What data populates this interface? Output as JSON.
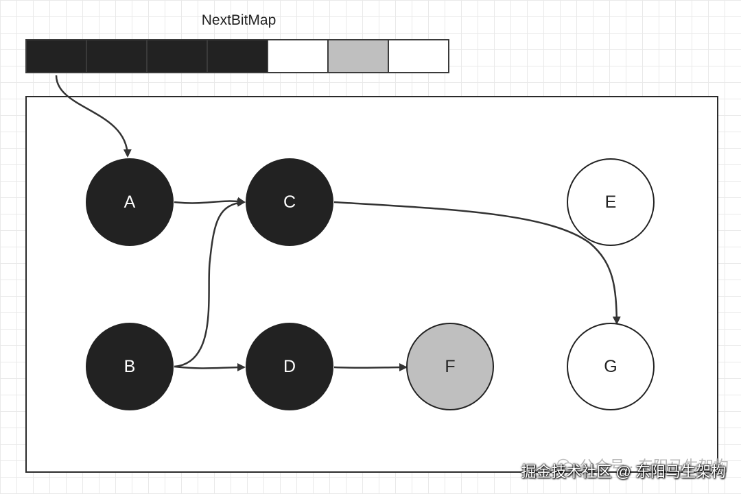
{
  "bitmap": {
    "title": "NextBitMap",
    "cells": [
      {
        "state": "marked",
        "color": "#222222"
      },
      {
        "state": "marked",
        "color": "#222222"
      },
      {
        "state": "marked",
        "color": "#222222"
      },
      {
        "state": "marked",
        "color": "#222222"
      },
      {
        "state": "unmarked",
        "color": "#ffffff"
      },
      {
        "state": "gray",
        "color": "#bfbfbf"
      },
      {
        "state": "unmarked",
        "color": "#ffffff"
      }
    ]
  },
  "nodes": [
    {
      "id": "A",
      "label": "A",
      "fill": "#222222",
      "text_color": "#ffffff"
    },
    {
      "id": "B",
      "label": "B",
      "fill": "#222222",
      "text_color": "#ffffff"
    },
    {
      "id": "C",
      "label": "C",
      "fill": "#222222",
      "text_color": "#ffffff"
    },
    {
      "id": "D",
      "label": "D",
      "fill": "#222222",
      "text_color": "#ffffff"
    },
    {
      "id": "E",
      "label": "E",
      "fill": "#ffffff",
      "text_color": "#222222"
    },
    {
      "id": "F",
      "label": "F",
      "fill": "#bfbfbf",
      "text_color": "#222222"
    },
    {
      "id": "G",
      "label": "G",
      "fill": "#ffffff",
      "text_color": "#222222"
    }
  ],
  "edges": [
    {
      "from": "bitmap-cell-0",
      "to": "A"
    },
    {
      "from": "A",
      "to": "C"
    },
    {
      "from": "B",
      "to": "C"
    },
    {
      "from": "B",
      "to": "D"
    },
    {
      "from": "D",
      "to": "F"
    },
    {
      "from": "C",
      "to": "G"
    }
  ],
  "watermark": {
    "icon": "wechat-icon",
    "text": "公众号 · 东阳马生架构"
  },
  "footer": {
    "credit": "掘金技术社区 @ 东阳马生架构"
  }
}
